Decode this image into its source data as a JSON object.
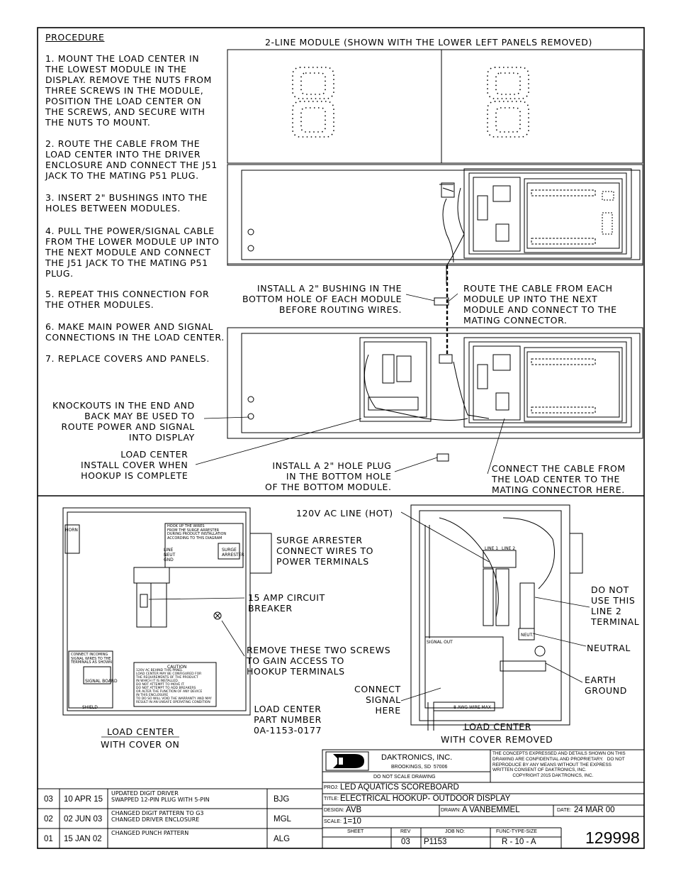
{
  "procedure": {
    "heading": "PROCEDURE",
    "steps": [
      "1. MOUNT THE LOAD CENTER IN\nTHE LOWEST MODULE IN THE\nDISPLAY. REMOVE THE NUTS FROM\nTHREE SCREWS IN THE MODULE,\nPOSITION THE LOAD CENTER ON\nTHE SCREWS, AND SECURE WITH\nTHE NUTS TO MOUNT.",
      "2. ROUTE THE CABLE FROM THE\nLOAD CENTER INTO THE DRIVER\nENCLOSURE AND CONNECT THE J51\nJACK TO THE MATING P51 PLUG.",
      "3. INSERT 2\" BUSHINGS INTO THE\nHOLES BETWEEN MODULES.",
      "4. PULL THE POWER/SIGNAL CABLE\nFROM THE LOWER MODULE UP INTO\nTHE NEXT MODULE AND CONNECT\nTHE J51 JACK TO THE MATING P51\nPLUG.",
      "5. REPEAT THIS CONNECTION FOR\nTHE OTHER MODULES.",
      "6. MAKE MAIN POWER AND SIGNAL\nCONNECTIONS IN THE LOAD CENTER.",
      "7. REPLACE COVERS AND PANELS."
    ]
  },
  "module_view": {
    "title": "2-LINE MODULE (SHOWN WITH THE LOWER LEFT PANELS REMOVED)",
    "callouts": {
      "bushing": "INSTALL A 2\" BUSHING IN THE\nBOTTOM HOLE OF EACH MODULE\nBEFORE ROUTING WIRES.",
      "route_cable": "ROUTE THE CABLE FROM EACH\nMODULE UP INTO THE NEXT\nMODULE AND CONNECT TO THE\nMATING CONNECTOR.",
      "knockouts": "KNOCKOUTS IN THE END AND\nBACK MAY BE USED TO\nROUTE POWER AND SIGNAL\nINTO DISPLAY",
      "load_center": "LOAD CENTER\nINSTALL COVER WHEN\nHOOKUP IS COMPLETE",
      "hole_plug": "INSTALL A 2\" HOLE PLUG\nIN THE BOTTOM HOLE\nOF THE BOTTOM MODULE.",
      "connect_cable": "CONNECT THE CABLE FROM\nTHE LOAD CENTER TO THE\nMATING CONNECTOR HERE."
    }
  },
  "load_center_view": {
    "cover_on": {
      "surge": "SURGE ARRESTER\nCONNECT WIRES TO\nPOWER TERMINALS",
      "breaker": "15 AMP CIRCUIT\nBREAKER",
      "screws": "REMOVE THESE TWO SCREWS\nTO GAIN ACCESS TO\nHOOKUP TERMINALS",
      "caption": "LOAD CENTER",
      "caption2": "WITH COVER ON",
      "part": "LOAD CENTER\nPART NUMBER\n0A-1153-0177",
      "label_horn": "HORN",
      "label_line": "LINE",
      "label_neut": "NEUT",
      "label_gnd": "GND",
      "label_surge": "SURGE\nARRESTER",
      "label_signal": "SIGNAL BOARD",
      "label_shield": "SHIELD",
      "hookup_note": "HOOK UP THE WIRES\nFROM THE SURGE ARRESTER\nDURING PRODUCT INSTALLATION\nACCORDING TO THIS DIAGRAM",
      "signal_note": "CONNECT INCOMING\nSIGNAL WIRES TO THE\nTERMINALS AS SHOWN",
      "caution_title": "CAUTION",
      "caution_text": "120V AC BEHIND THIS PANEL\nLOAD CENTER MAY BE CONFIGURED FOR\nTHE REQUIREMENTS OF THE PRODUCT\nIN WHICH IT IS INSTALLED.\nDO NOT ATTEMPT TO MOVE IT\nDO NOT ATTEMPT TO ADD BREAKERS\nOR ALTER THE FUNCTION OF ANY DEVICE\nIN THIS ENCLOSURE\nTO DO SO WILL VOID THE WARRANTY AND MAY\nRESULT IN AN UNSAFE OPERATING CONDITION"
    },
    "cover_removed": {
      "ac_line": "120V AC LINE (HOT)",
      "line2": "DO NOT\nUSE THIS\nLINE 2\nTERMINAL",
      "neutral": "NEUTRAL",
      "earth": "EARTH\nGROUND",
      "signal": "CONNECT\nSIGNAL\nHERE",
      "caption": "LOAD CENTER",
      "caption2": "WITH COVER REMOVED",
      "label_line1": "LINE 1",
      "label_line2": "LINE 2",
      "label_neut": "NEUT.",
      "label_signal_out": "SIGNAL OUT",
      "label_wire": "8 AWG WIRE MAX"
    }
  },
  "revisions": [
    {
      "rev": "03",
      "date": "10 APR 15",
      "desc": "UPDATED DIGIT DRIVER\nSWAPPED 12-PIN PLUG WITH 5-PIN",
      "by": "BJG"
    },
    {
      "rev": "02",
      "date": "02 JUN 03",
      "desc": "CHANGED DIGIT PATTERN TO G3\nCHANGED DRIVER ENCLOSURE",
      "by": "MGL"
    },
    {
      "rev": "01",
      "date": "15 JAN 02",
      "desc": "CHANGED PUNCH PATTERN",
      "by": "ALG"
    }
  ],
  "title_block": {
    "company": "DAKTRONICS, INC.",
    "city": "BROOKINGS, SD  57006",
    "do_not_scale": "DO NOT SCALE DRAWING",
    "notice": "THE CONCEPTS EXPRESSED AND DETAILS SHOWN ON THIS\nDRAWING ARE CONFIDENTIAL AND PROPRIETARY.   DO NOT\nREPRODUCE BY ANY MEANS WITHOUT THE EXPRESS\nWRITTEN CONSENT OF DAKTRONICS, INC.\n                COPYRIGHT 2015 DAKTRONICS, INC.",
    "proj_label": "PROJ:",
    "proj": "LED AQUATICS SCOREBOARD",
    "title_label": "TITLE:",
    "title": "ELECTRICAL HOOKUP- OUTDOOR DISPLAY",
    "design_label": "DESIGN:",
    "design": "AVB",
    "drawn_label": "DRAWN:",
    "drawn": "A VANBEMMEL",
    "date_label": "DATE:",
    "date": "24 MAR 00",
    "scale_label": "SCALE:",
    "scale": "1=10",
    "sheet_label": "SHEET",
    "rev_label": "REV",
    "job_label": "JOB NO:",
    "func_label": "FUNC-TYPE-SIZE",
    "rev": "03",
    "job": "P1153",
    "func": "R - 10 - A",
    "drawing_number": "129998"
  }
}
